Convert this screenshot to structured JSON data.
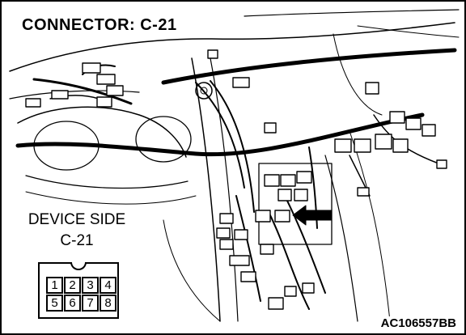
{
  "title": "CONNECTOR: C-21",
  "device_side": {
    "label": "DEVICE SIDE",
    "connector_id": "C-21",
    "pins": [
      "1",
      "2",
      "3",
      "4",
      "5",
      "6",
      "7",
      "8"
    ]
  },
  "figure_code": "AC106557BB",
  "colors": {
    "line": "#000000",
    "background": "#ffffff"
  }
}
